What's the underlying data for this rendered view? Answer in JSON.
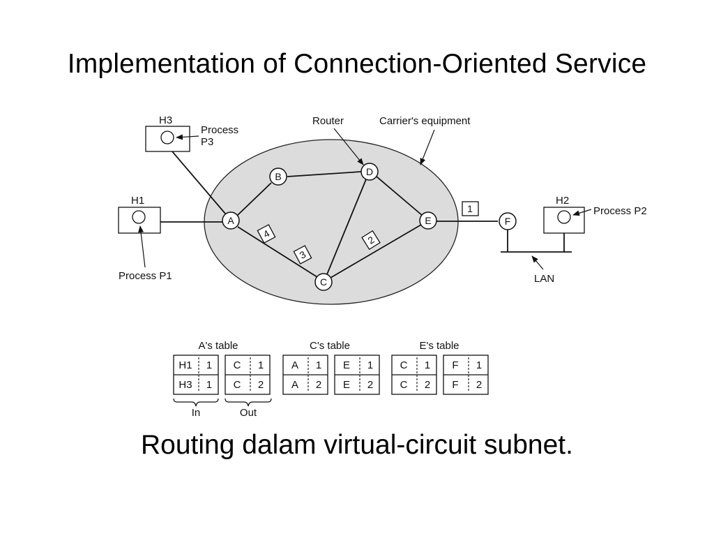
{
  "slide": {
    "title": "Implementation of Connection-Oriented Service",
    "caption": "Routing dalam virtual-circuit subnet."
  },
  "diagram": {
    "labels": {
      "router": "Router",
      "carrier": "Carrier's equipment",
      "lan": "LAN"
    },
    "hosts": {
      "h1": "H1",
      "h2": "H2",
      "h3": "H3"
    },
    "processes": {
      "p1": "Process P1",
      "p2": "Process P2",
      "p3_line1": "Process",
      "p3_line2": "P3"
    },
    "routers": {
      "a": "A",
      "b": "B",
      "c": "C",
      "d": "D",
      "e": "E",
      "f": "F"
    },
    "packets": {
      "p1": "1",
      "p2": "2",
      "p3": "3",
      "p4": "4"
    }
  },
  "tables": {
    "a_title": "A's table",
    "c_title": "C's table",
    "e_title": "E's table",
    "in_label": "In",
    "out_label": "Out",
    "a_in": [
      [
        "H1",
        "1"
      ],
      [
        "H3",
        "1"
      ]
    ],
    "a_out": [
      [
        "C",
        "1"
      ],
      [
        "C",
        "2"
      ]
    ],
    "c_in": [
      [
        "A",
        "1"
      ],
      [
        "A",
        "2"
      ]
    ],
    "c_out": [
      [
        "E",
        "1"
      ],
      [
        "E",
        "2"
      ]
    ],
    "e_in": [
      [
        "C",
        "1"
      ],
      [
        "C",
        "2"
      ]
    ],
    "e_out": [
      [
        "F",
        "1"
      ],
      [
        "F",
        "2"
      ]
    ]
  }
}
